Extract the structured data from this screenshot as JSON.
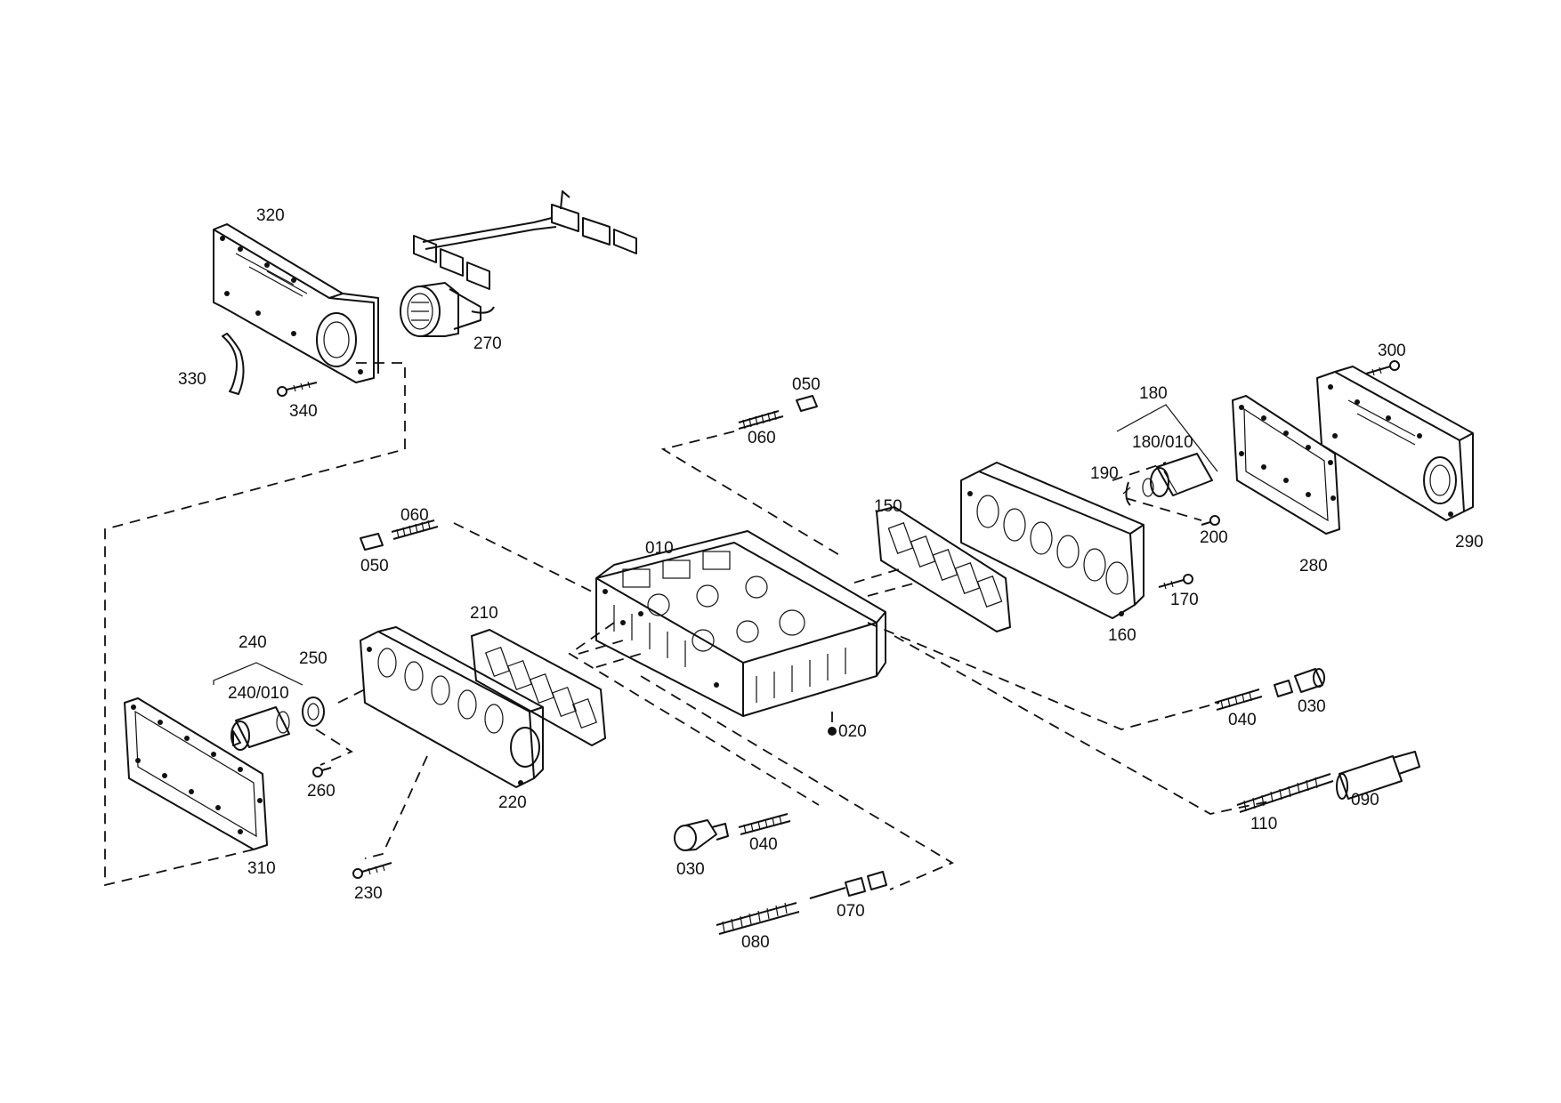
{
  "labels": {
    "l010": "010",
    "l020": "020",
    "l030a": "030",
    "l030b": "030",
    "l040a": "040",
    "l040b": "040",
    "l050a": "050",
    "l050b": "050",
    "l060a": "060",
    "l060b": "060",
    "l070": "070",
    "l080": "080",
    "l090": "090",
    "l110": "110",
    "l150": "150",
    "l160": "160",
    "l170": "170",
    "l180": "180",
    "l180_010": "180/010",
    "l190": "190",
    "l200": "200",
    "l210": "210",
    "l220": "220",
    "l230": "230",
    "l240": "240",
    "l240_010": "240/010",
    "l250": "250",
    "l260": "260",
    "l270": "270",
    "l280": "280",
    "l290": "290",
    "l300": "300",
    "l310": "310",
    "l320": "320",
    "l330": "330",
    "l340": "340"
  }
}
